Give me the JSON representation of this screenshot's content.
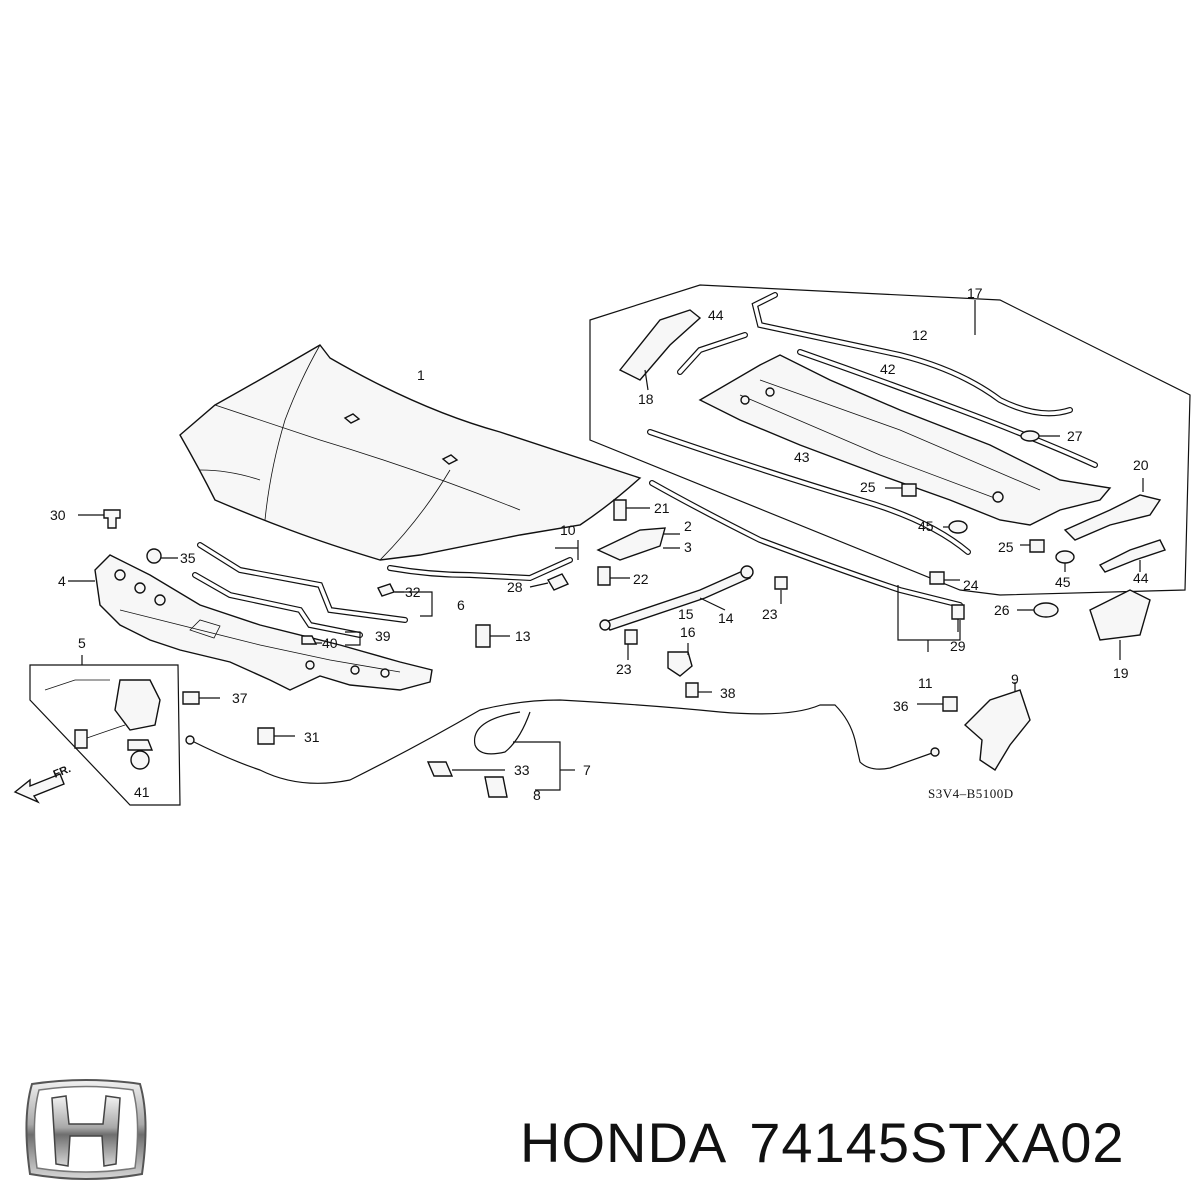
{
  "diagram": {
    "reference_code": "S3V4–B5100D",
    "direction_label": "FR.",
    "callouts": [
      "1",
      "2",
      "3",
      "4",
      "5",
      "6",
      "7",
      "8",
      "9",
      "10",
      "11",
      "12",
      "13",
      "14",
      "15",
      "16",
      "17",
      "18",
      "19",
      "20",
      "21",
      "22",
      "23",
      "23",
      "24",
      "25",
      "25",
      "26",
      "27",
      "28",
      "29",
      "30",
      "31",
      "32",
      "33",
      "35",
      "36",
      "37",
      "38",
      "39",
      "40",
      "41",
      "42",
      "43",
      "44",
      "44",
      "45",
      "45"
    ]
  },
  "footer": {
    "brand": "HONDA",
    "part_number": "74145STXA02"
  },
  "icons": {
    "logo": "honda-logo",
    "direction": "arrow-left-icon"
  }
}
